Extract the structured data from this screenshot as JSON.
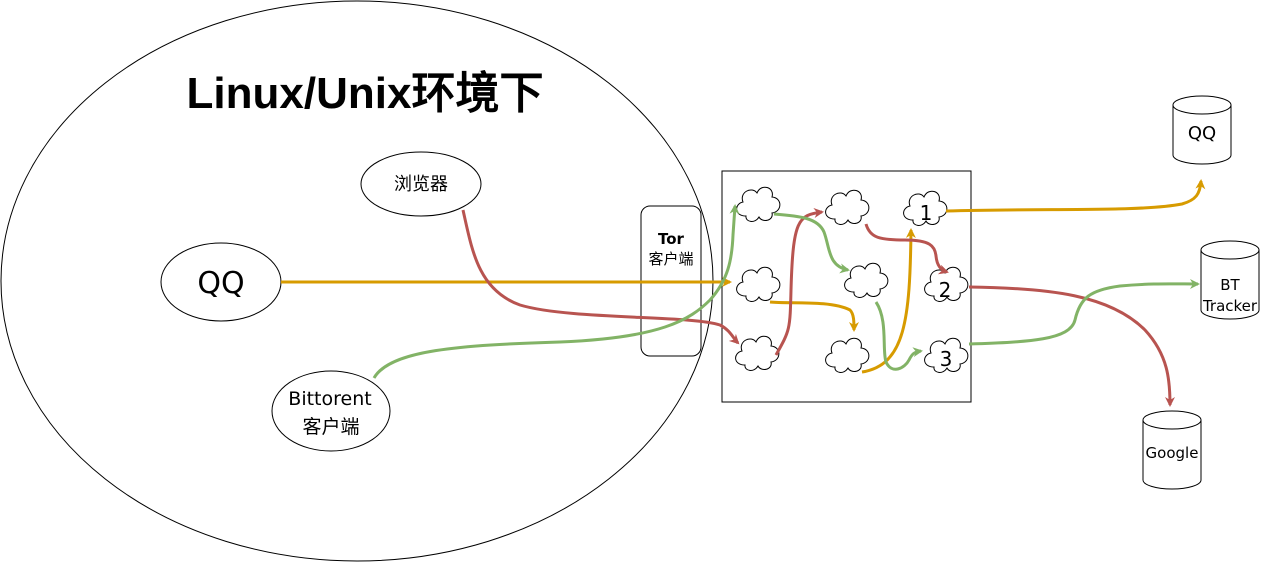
{
  "title": "Linux/Unix环境下",
  "nodes": {
    "browser": "浏览器",
    "qq_client": "QQ",
    "bittorrent_line1": "Bittorent",
    "bittorrent_line2": "客户端",
    "tor_line1": "Tor",
    "tor_line2": "客户端"
  },
  "relays": {
    "r1": "1",
    "r2": "2",
    "r3": "3"
  },
  "destinations": {
    "qq": "QQ",
    "bt_line1": "BT",
    "bt_line2": "Tracker",
    "google": "Google"
  },
  "colors": {
    "orange_path": "#d79b00",
    "red_path": "#b85450",
    "green_path": "#82b366",
    "stroke": "#000000",
    "background": "#ffffff"
  }
}
